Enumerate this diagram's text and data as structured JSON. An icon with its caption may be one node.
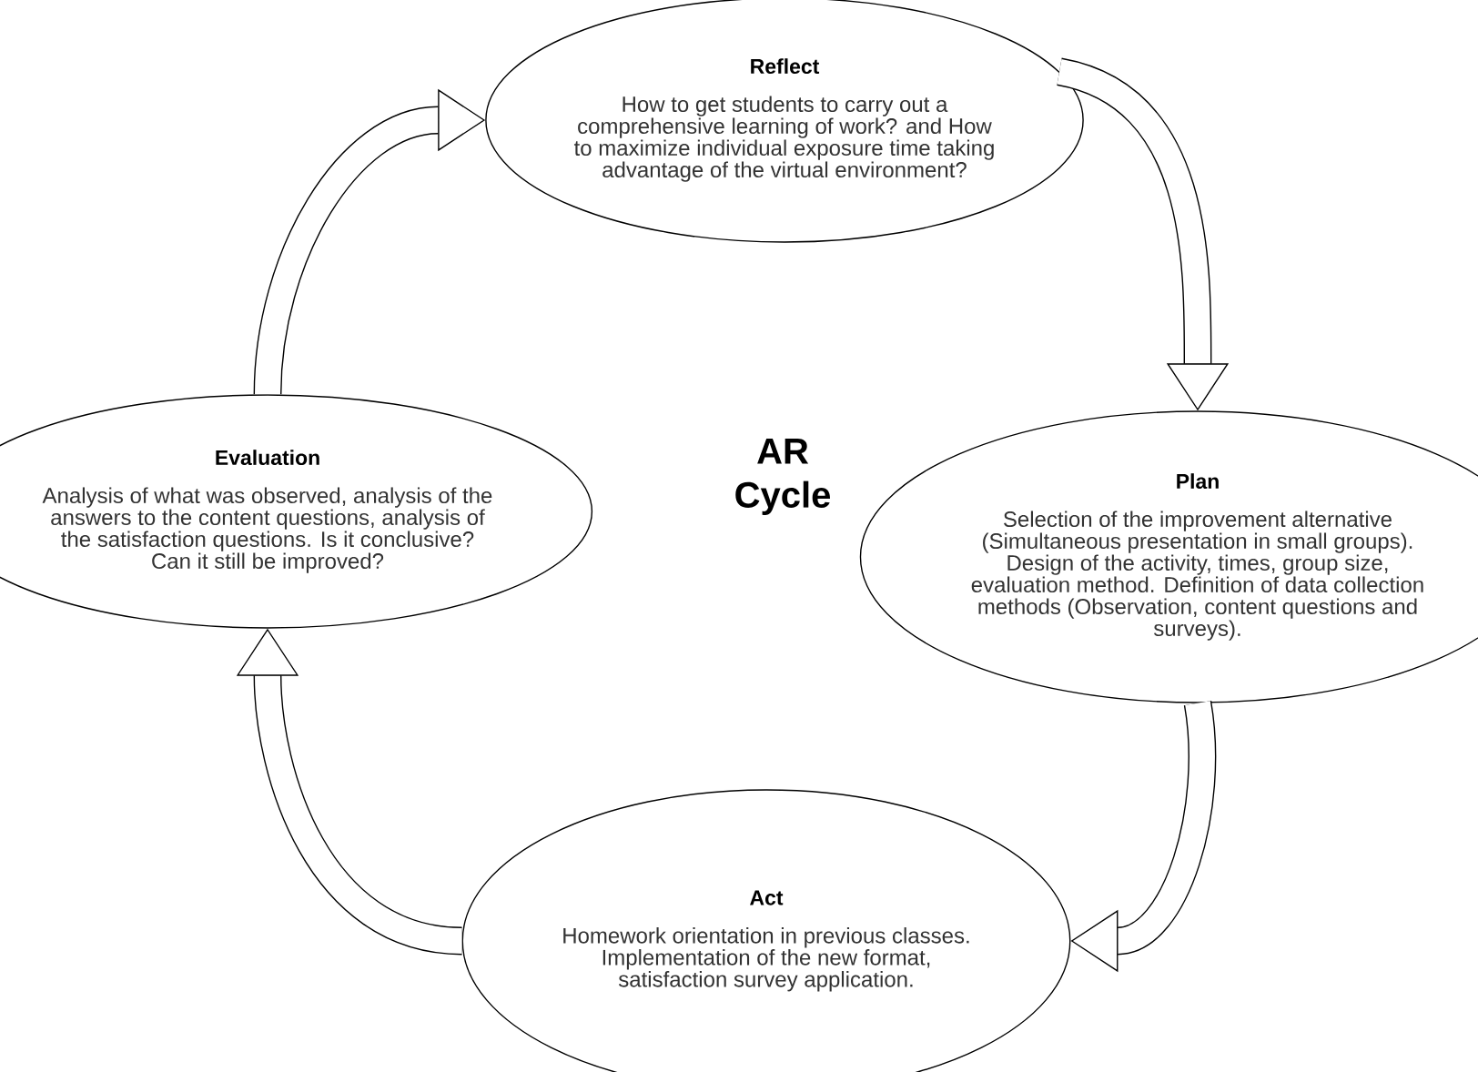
{
  "diagram": {
    "nodes": [
      {
        "text": [
          "Reflect",
          "How to get students to carry out a comprehensive learning of work? and How to maximize individual exposure time taking advantage of the virtual environment?"
        ]
      },
      {
        "text": [
          "Plan",
          "Selection of the improvement alternative (Simultaneous presentation in small groups). Design of the activity, times, group size, evaluation method. Definition of data collection methods (Observation, content questions and surveys)."
        ]
      },
      {
        "text": [
          "Act",
          "Homework orientation in previous classes. Implementation of the new format, satisfaction survey application."
        ]
      },
      {
        "text": [
          "Evaluation",
          "Analysis of what was observed, analysis of the answers to the content questions, analysis of the satisfaction questions. Is it conclusive? Can it still be improved?"
        ]
      }
    ],
    "edges": [
      {
        "from": 0,
        "to": 1,
        "arrow": "to"
      },
      {
        "from": 1,
        "to": 2,
        "arrow": "to"
      },
      {
        "from": 2,
        "to": 3,
        "arrow": "to"
      },
      {
        "from": 3,
        "to": 0,
        "arrow": "to"
      }
    ],
    "labels": [
      "AR Cycle"
    ]
  }
}
